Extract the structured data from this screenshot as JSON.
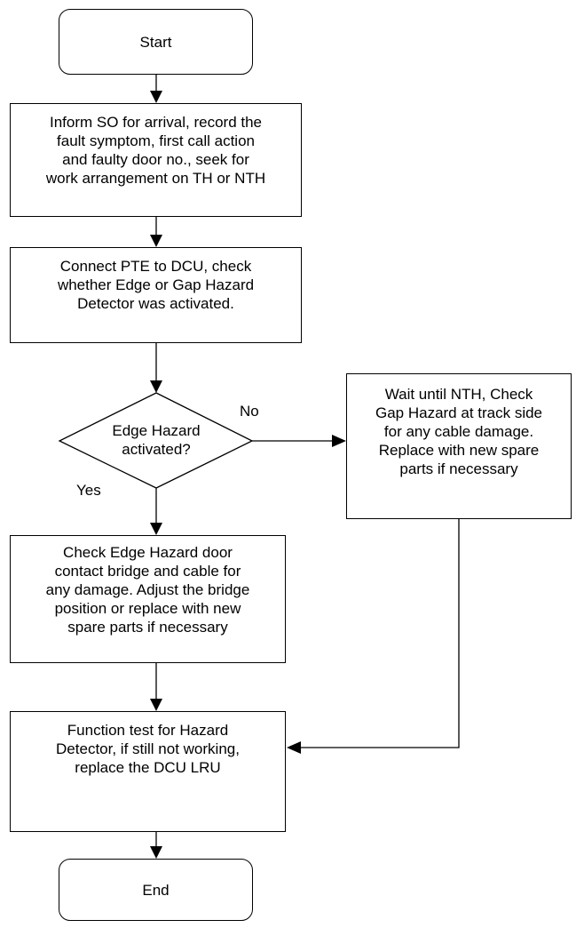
{
  "flowchart": {
    "start": "Start",
    "step_inform": "Inform SO for arrival, record the\nfault symptom, first call action\nand faulty door no., seek for\nwork arrangement on TH or NTH",
    "step_connect": "Connect PTE to DCU, check\nwhether Edge or Gap Hazard\nDetector was activated.",
    "decision": "Edge Hazard\nactivated?",
    "label_no": "No",
    "label_yes": "Yes",
    "step_wait": "Wait until NTH, Check\nGap Hazard at track side\nfor any cable damage.\nReplace with new spare\nparts if necessary",
    "step_check_edge": "Check Edge Hazard door\ncontact bridge and cable for\nany damage. Adjust the bridge\nposition or replace with new\nspare parts if necessary",
    "step_function_test": "Function test for Hazard\nDetector, if still not working,\nreplace the DCU LRU",
    "end": "End"
  }
}
